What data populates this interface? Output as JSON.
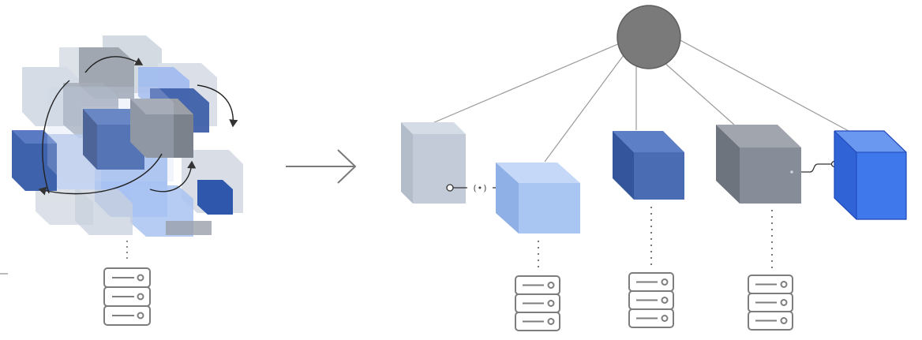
{
  "diagram": {
    "type": "monolith-to-microservices",
    "monolith": {
      "server_icon": "server-rack-icon"
    },
    "transition": {
      "arrow_icon": "arrow-right-icon"
    },
    "hub": {
      "color": "#7a7a7a"
    },
    "services": [
      {
        "name": "pale-grey-cube",
        "color": "#c3cbd8",
        "has_server": false
      },
      {
        "name": "light-blue-cube",
        "color": "#a9c6f2",
        "has_server": true
      },
      {
        "name": "dark-blue-cube",
        "color": "#4a6cb3",
        "has_server": true
      },
      {
        "name": "slate-grey-cube",
        "color": "#878d98",
        "has_server": true
      },
      {
        "name": "bright-blue-cube",
        "color": "#3e78ea",
        "has_server": false
      }
    ],
    "connector_label": "(•)",
    "colors": {
      "line": "#9a9a9a",
      "server_stroke": "#7d7d7d",
      "arrow": "#7a7a7a"
    }
  }
}
